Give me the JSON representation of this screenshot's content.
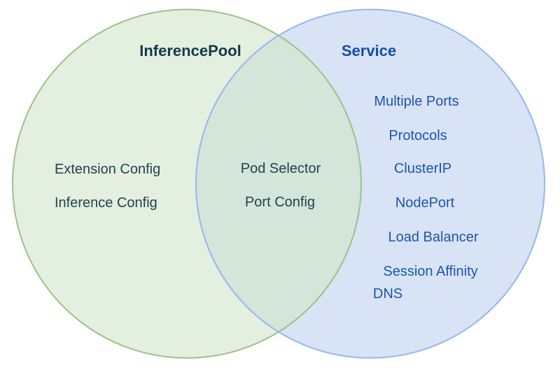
{
  "venn": {
    "left": {
      "title": "InferencePool",
      "items": [
        "Extension Config",
        "Inference Config"
      ],
      "fill_color": "#e3efdf",
      "stroke_color": "#9cc287",
      "title_color": "#16394b",
      "item_color": "#22434f"
    },
    "right": {
      "title": "Service",
      "items": [
        "Multiple Ports",
        "Protocols",
        "ClusterIP",
        "NodePort",
        "Load Balancer",
        "Session Affinity",
        "DNS"
      ],
      "fill_color": "#d8e3f5",
      "stroke_color": "#95b7ed",
      "title_color": "#174ea6",
      "item_color": "#1d55ad"
    },
    "overlap": {
      "items": [
        "Pod Selector",
        "Port Config"
      ],
      "fill_color": "#d4e5d9"
    },
    "background_color": "#ffffff"
  }
}
